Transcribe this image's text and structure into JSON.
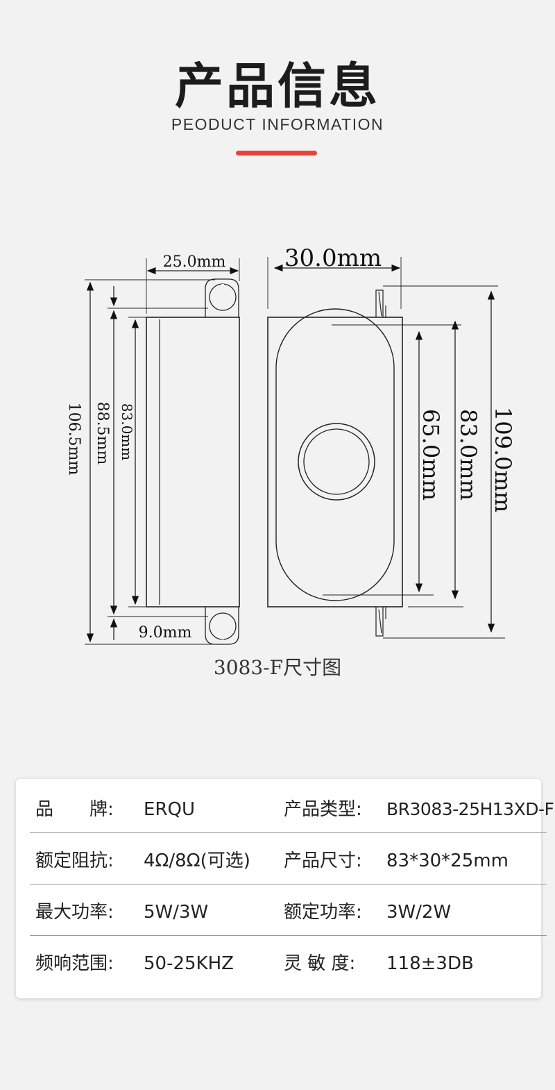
{
  "header": {
    "title": "产品信息",
    "subtitle": "PEODUCT INFORMATION",
    "accent_color": "#e8433b"
  },
  "drawing": {
    "side_view": {
      "width_label": "25.0mm",
      "total_height_label": "106.5mm",
      "mount_height_label": "88.5mm",
      "body_height_label": "83.0mm",
      "lug_label": "9.0mm"
    },
    "front_view": {
      "width_label": "30.0mm",
      "cone_height_label": "65.0mm",
      "body_height_label": "83.0mm",
      "total_height_label": "109.0mm"
    },
    "caption": "3083-F尺寸图"
  },
  "specs": {
    "rows": [
      {
        "k1": "品　　牌:",
        "v1": "ERQU",
        "k2": "产品类型:",
        "v2": "BR3083-25H13XD-F"
      },
      {
        "k1": "额定阻抗:",
        "v1": "4Ω/8Ω(可选)",
        "k2": "产品尺寸:",
        "v2": "83*30*25mm"
      },
      {
        "k1": "最大功率:",
        "v1": "5W/3W",
        "k2": "额定功率:",
        "v2": "3W/2W"
      },
      {
        "k1": "频响范围:",
        "v1": "50-25KHZ",
        "k2": "灵 敏 度:",
        "v2": "118±3DB"
      }
    ]
  }
}
